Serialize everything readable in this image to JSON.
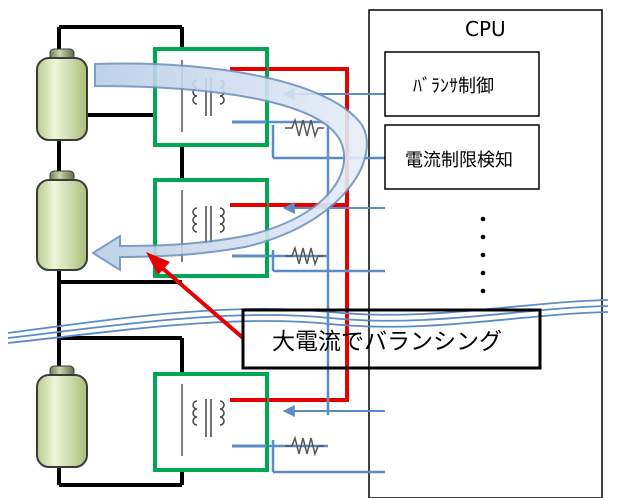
{
  "cpu": {
    "title": "CPU",
    "blocks": [
      {
        "label": "ﾊﾞﾗﾝｻ制御"
      },
      {
        "label": "電流制限検知"
      }
    ]
  },
  "callout": {
    "label": "大電流でバランシング"
  },
  "colors": {
    "frame": "#000000",
    "bus": "#0b1a4a",
    "transformer_box": "#00a651",
    "high_current": "#e60000",
    "signal": "#5b8cc6",
    "battery_fill": "#d9e8b4",
    "arrow_fill": "#c7d8ec",
    "arrow_stroke": "#6f93bf"
  },
  "icons": [
    "battery-icon",
    "transformer-icon",
    "resistor-icon",
    "break-wave-icon",
    "ellipsis-dots-icon"
  ]
}
